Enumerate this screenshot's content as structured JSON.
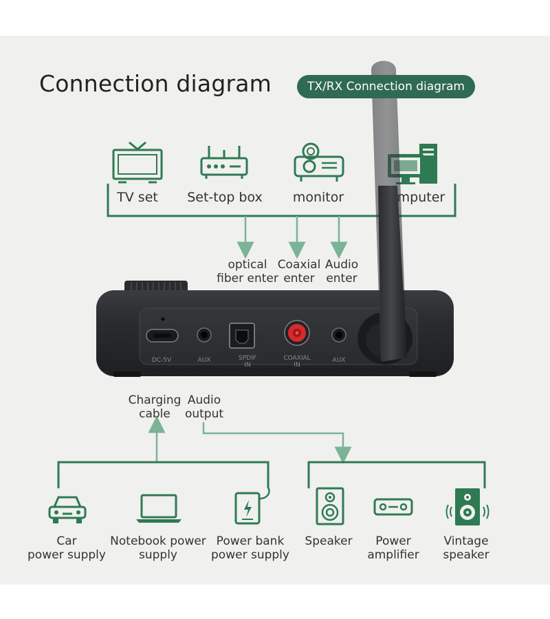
{
  "title": "Connection diagram",
  "badge": "TX/RX Connection diagram",
  "sources": {
    "tv": "TV set",
    "settop": "Set-top box",
    "monitor": "monitor",
    "computer": "Computer"
  },
  "inputs": {
    "optical": "optical\nfiber enter",
    "coaxial": "Coaxial\nenter",
    "audio": "Audio\nenter"
  },
  "ports": {
    "dc": "DC-5V",
    "aux1": "AUX",
    "spdif": "SPDIF\nIN",
    "coaxial": "COAXIAL\nIN",
    "aux2": "AUX"
  },
  "outputs": {
    "charging": "Charging\ncable",
    "audio": "Audio\noutput"
  },
  "power": {
    "car": "Car\npower supply",
    "notebook": "Notebook power\nsupply",
    "powerbank": "Power bank\npower supply"
  },
  "audio_devices": {
    "speaker": "Speaker",
    "amplifier": "Power\namplifier",
    "vintage": "Vintage\nspeaker"
  },
  "colors": {
    "accent": "#2f6a52",
    "line": "#2e7a52",
    "arrow": "#7ab396",
    "device": "#2b2d30",
    "coax_red": "#d72a2a"
  }
}
